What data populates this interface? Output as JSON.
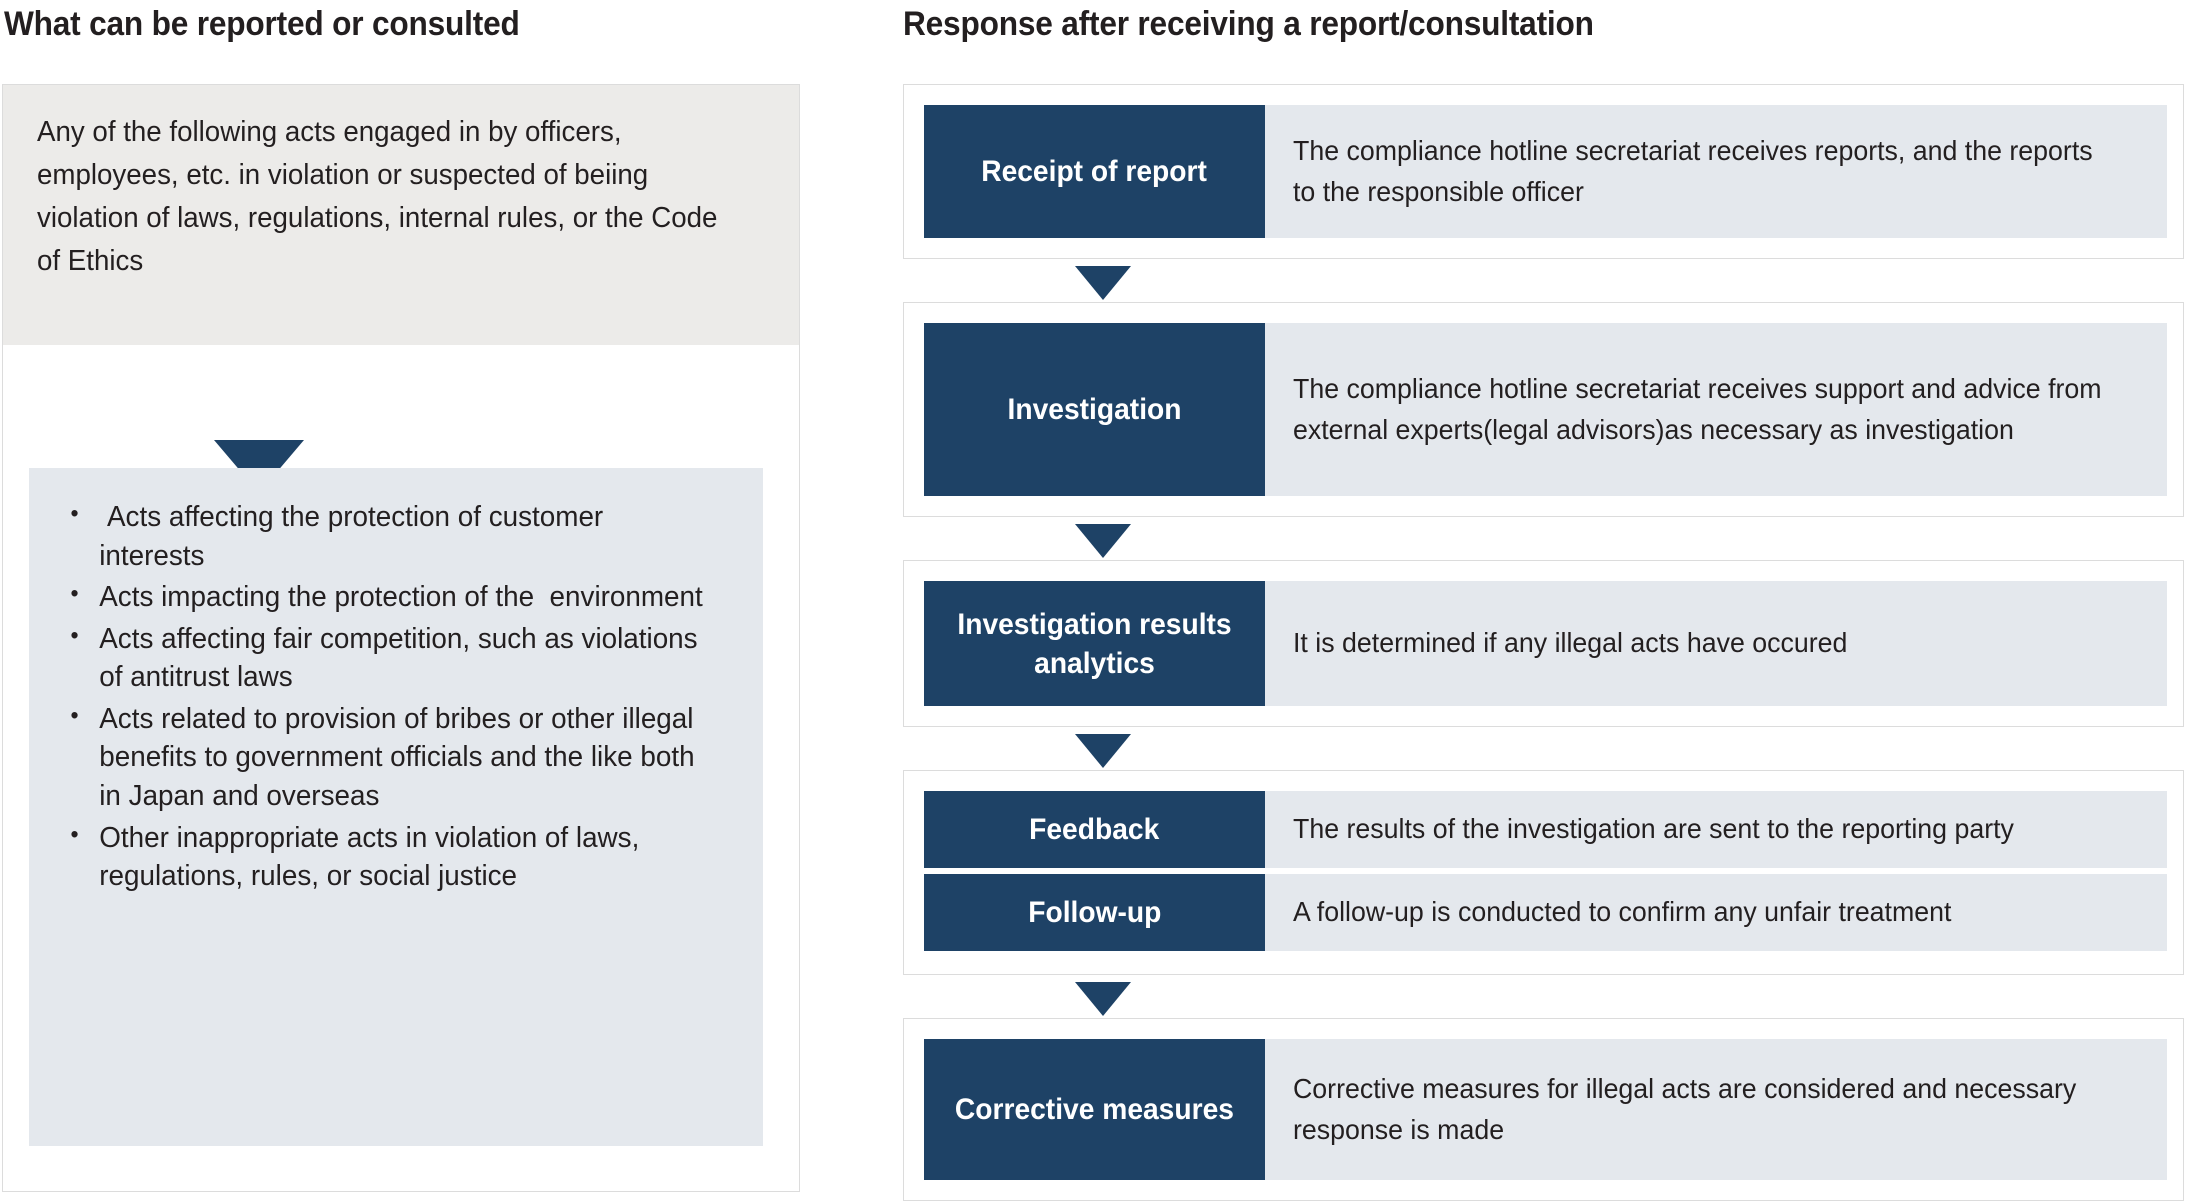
{
  "columns": {
    "left": {
      "title": "What can be reported or consulted",
      "scope_text": "Any of the following acts engaged in by officers, employees, etc. in violation or suspected of beiing violation of laws, regulations, internal rules, or the Code of Ethics",
      "arrow_icon": "down-triangle-icon",
      "items": [
        " Acts affecting the protection of customer interests",
        "Acts impacting the protection of the  environment",
        "Acts affecting fair competition, such as violations of antitrust laws",
        "Acts related to provision of bribes or other illegal benefits to government officials and the like both in Japan and overseas",
        "Other inappropriate acts in violation of laws, regulations, rules, or social justice"
      ]
    },
    "right": {
      "title": "Response after receiving a report/consultation",
      "arrow_icon": "down-triangle-icon",
      "steps": [
        {
          "rows": [
            {
              "label": "Receipt of report",
              "desc": "The compliance hotline secretariat receives reports, and the reports to the responsible officer"
            }
          ]
        },
        {
          "rows": [
            {
              "label": "Investigation",
              "desc": "The compliance hotline secretariat receives support and advice from external experts(legal advisors)as necessary as investigation"
            }
          ]
        },
        {
          "rows": [
            {
              "label": "Investigation results analytics",
              "desc": "It is determined if any illegal acts have occured"
            }
          ]
        },
        {
          "rows": [
            {
              "label": "Feedback",
              "desc": "The results of the investigation are sent to the reporting party"
            },
            {
              "label": "Follow-up",
              "desc": "A follow-up is conducted to confirm any unfair treatment"
            }
          ]
        },
        {
          "rows": [
            {
              "label": "Corrective measures",
              "desc": "Corrective measures for illegal acts are considered and necessary response is made"
            }
          ]
        }
      ]
    }
  },
  "colors": {
    "navy": "#1e4266",
    "warm_gray": "#ecebe9",
    "cool_gray": "#e4e8ed",
    "border_gray": "#dcdcdc",
    "text": "#231f20"
  }
}
